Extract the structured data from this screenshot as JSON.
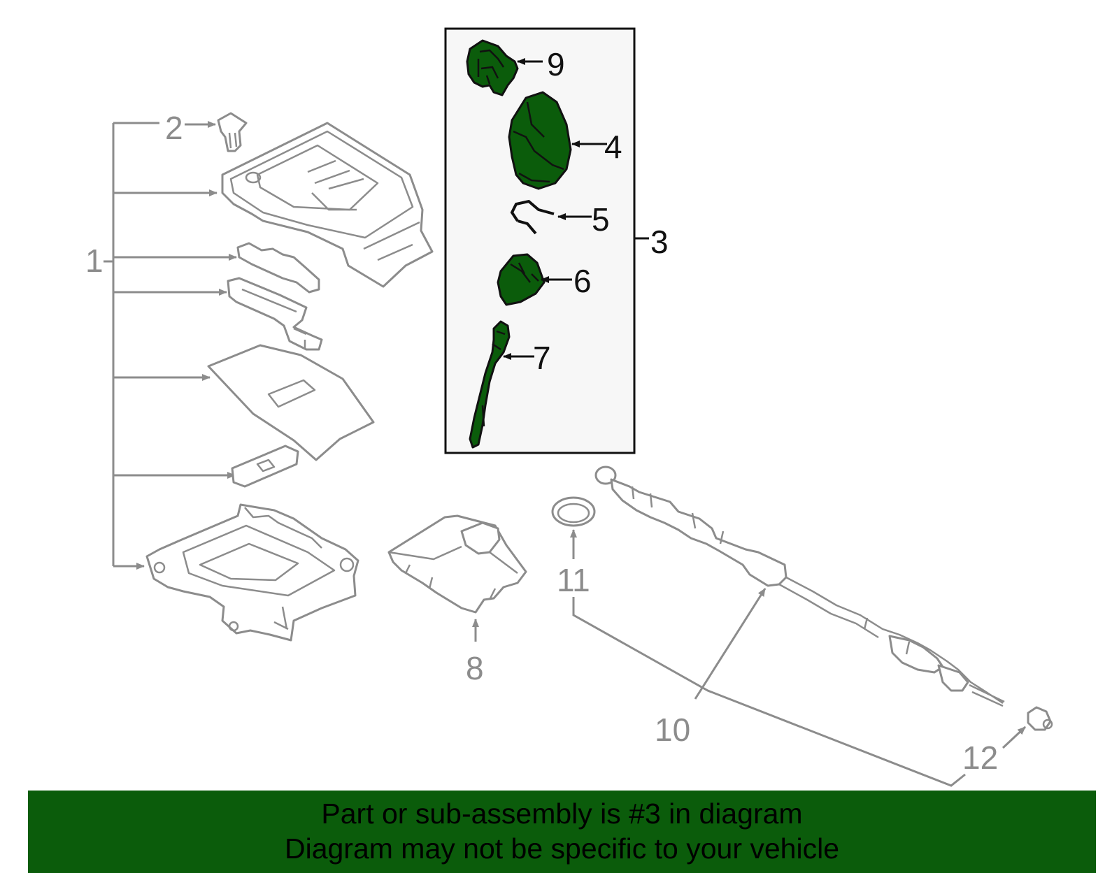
{
  "diagram": {
    "callouts": {
      "c1": "1",
      "c2": "2",
      "c3": "3",
      "c4": "4",
      "c5": "5",
      "c6": "6",
      "c7": "7",
      "c8": "8",
      "c9": "9",
      "c10": "10",
      "c11": "11",
      "c12": "12"
    },
    "highlight_color": "#0b5c0b",
    "line_color": "#8c8c8c",
    "highlighted_callout": "3"
  },
  "banner": {
    "line1": "Part or sub-assembly is #3 in diagram",
    "line2": "Diagram may not be specific to your vehicle",
    "background": "#0b5c0b"
  }
}
